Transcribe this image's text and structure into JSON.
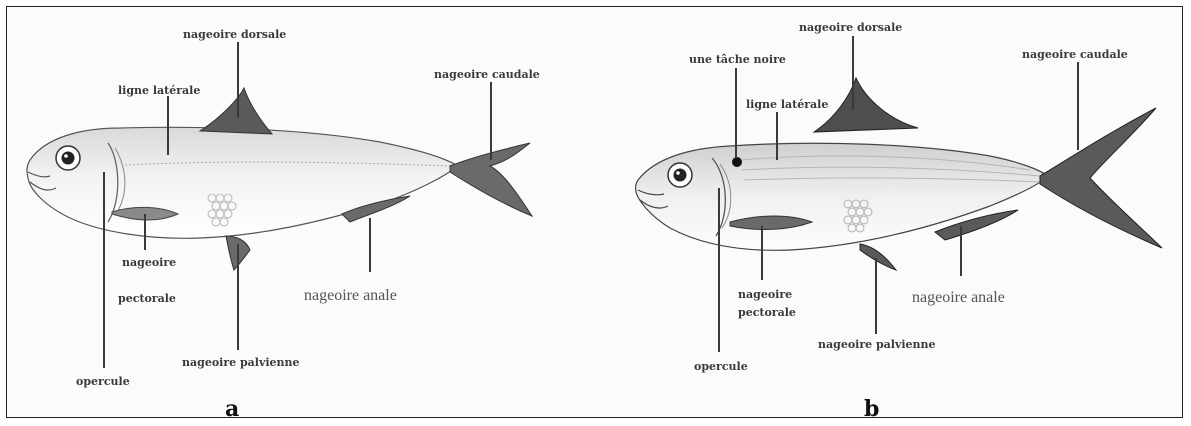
{
  "panel_a": {
    "letter": "a",
    "labels": {
      "dorsal": "nageoire dorsale",
      "caudal": "nageoire caudale",
      "lateral_line": "ligne latérale",
      "pectoral_1": "nageoire",
      "pectoral_2": "pectorale",
      "anal": "nageoire anale",
      "pelvic": "nageoire palvienne",
      "operculum": "opercule"
    }
  },
  "panel_b": {
    "letter": "b",
    "labels": {
      "dorsal": "nageoire dorsale",
      "caudal": "nageoire caudale",
      "black_spot": "une tâche noire",
      "lateral_line": "ligne latérale",
      "pectoral_1": "nageoire",
      "pectoral_2": "pectorale",
      "anal": "nageoire anale",
      "pelvic": "nageoire palvienne",
      "operculum": "opercule"
    }
  }
}
